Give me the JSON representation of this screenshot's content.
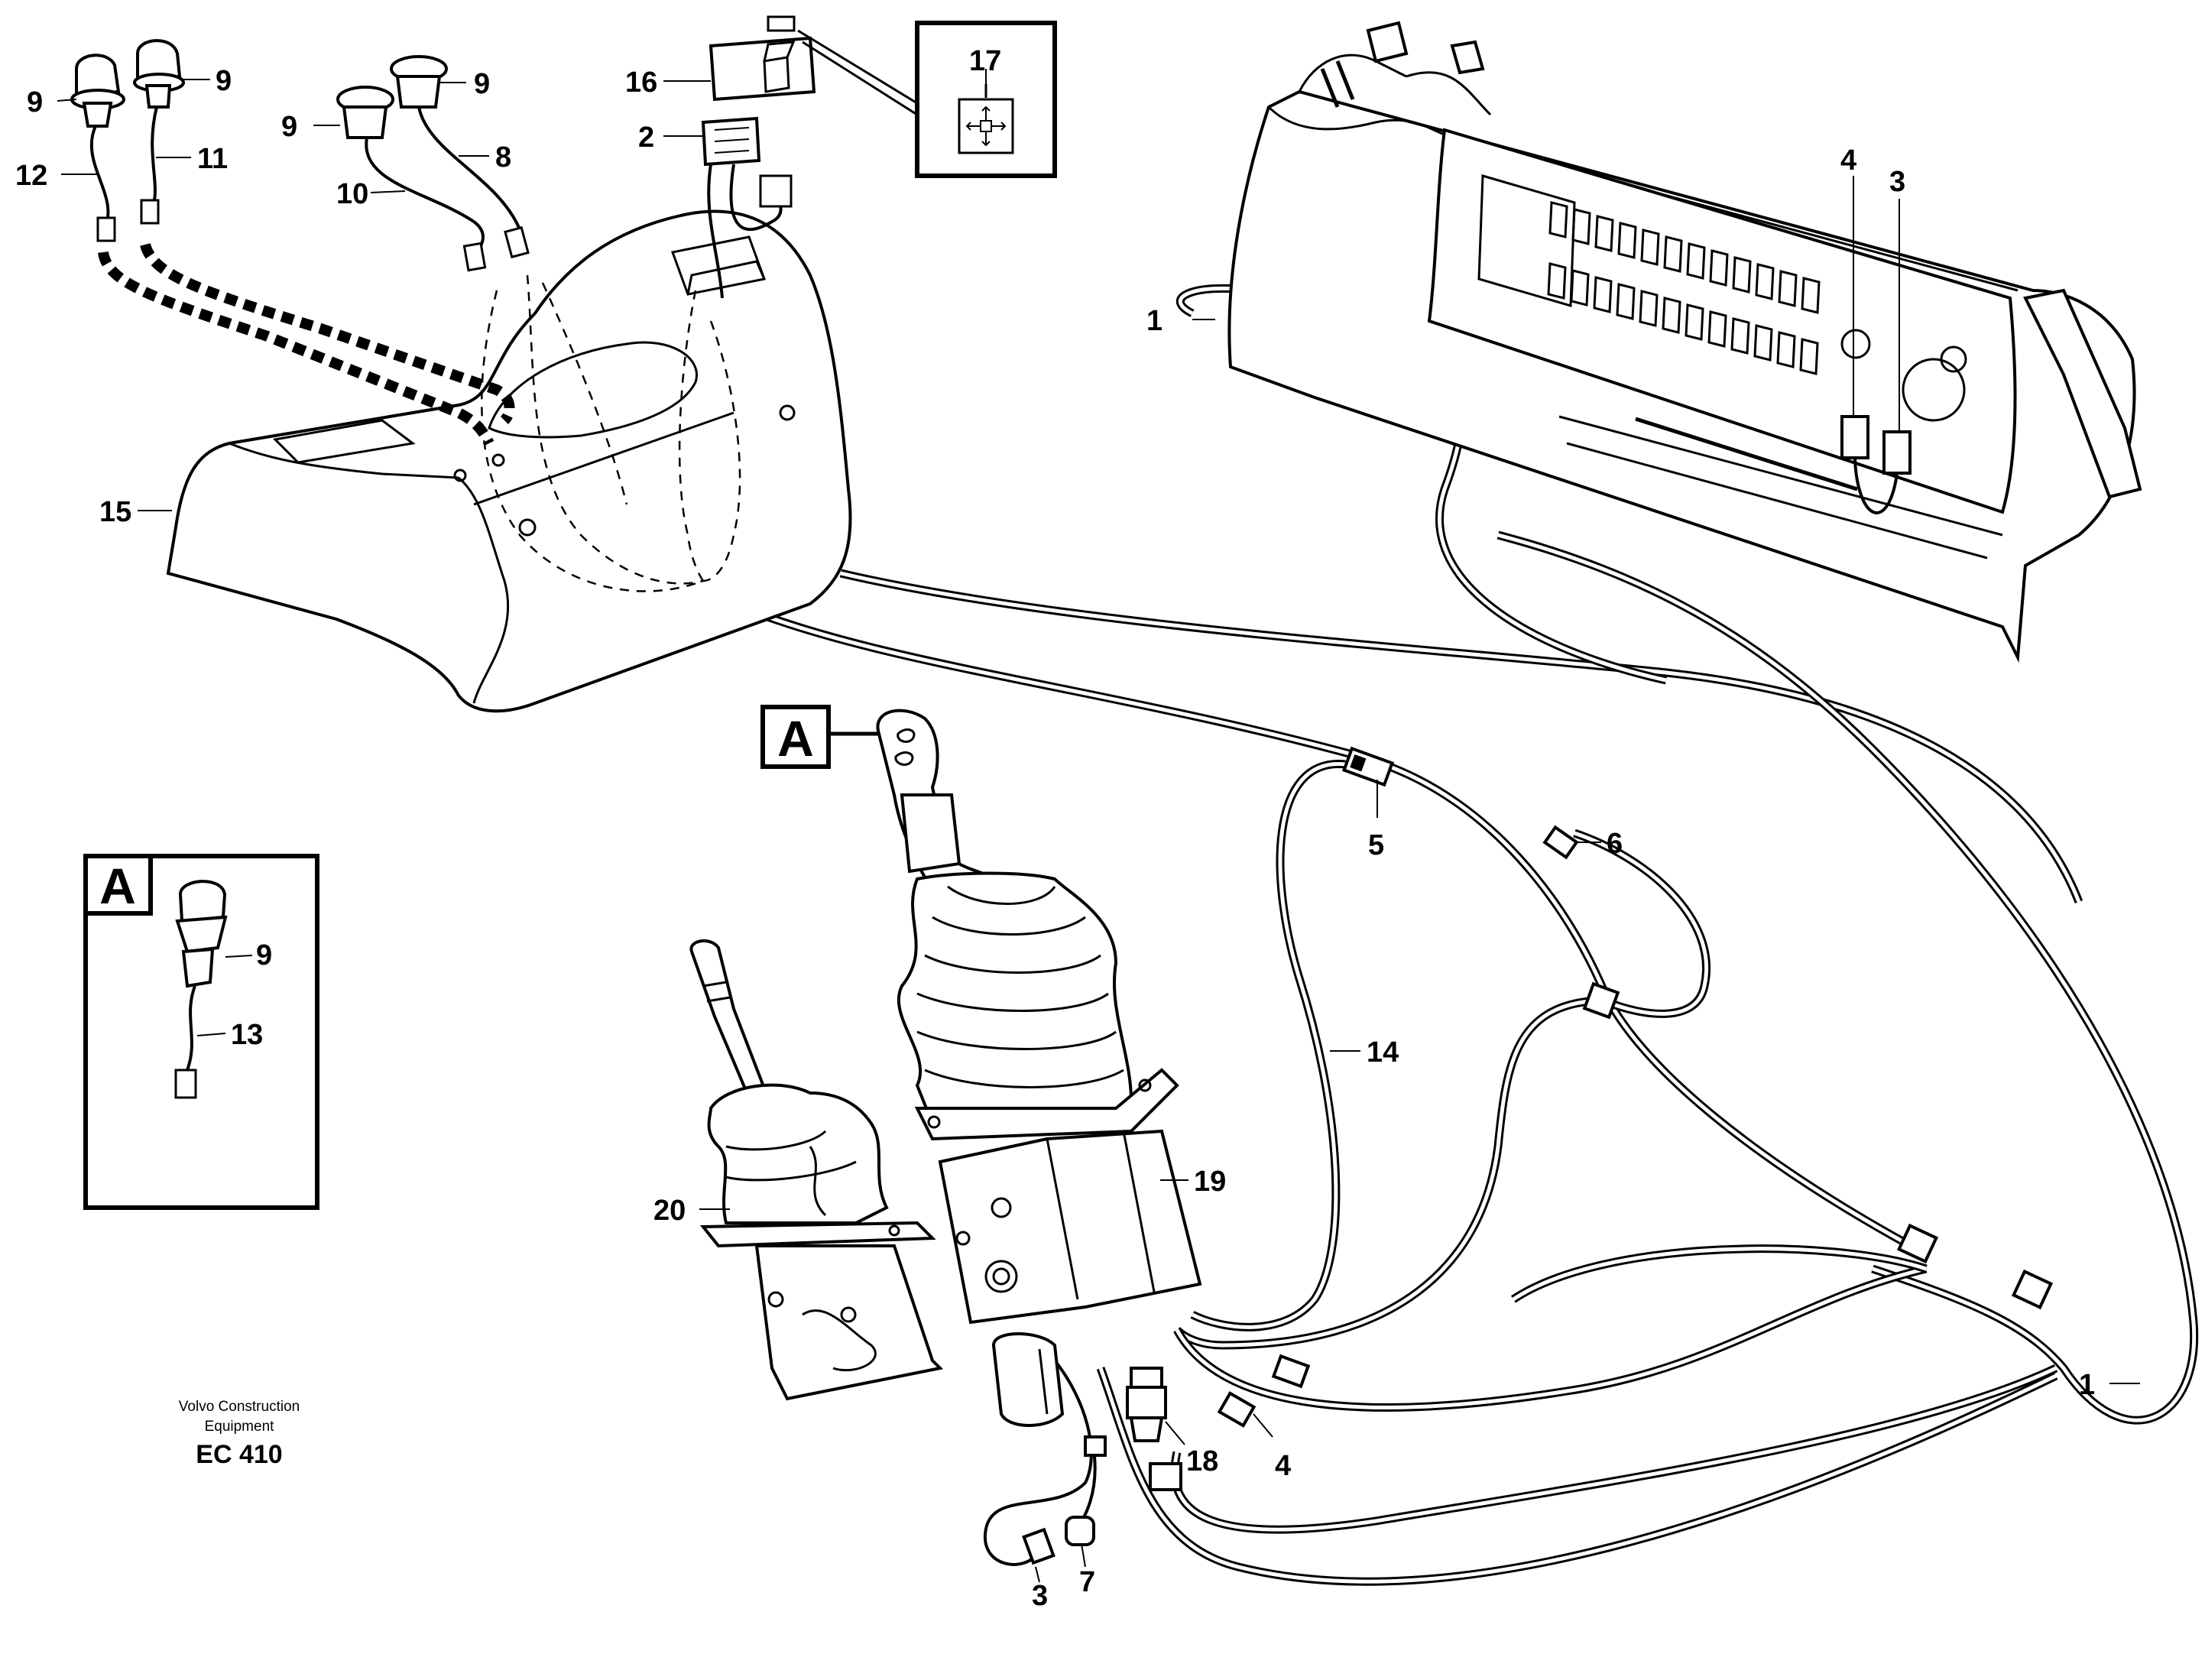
{
  "diagram": {
    "labels": {
      "p1_a": "1",
      "p1_b": "1",
      "p2": "2",
      "p3_a": "3",
      "p3_b": "3",
      "p4_a": "4",
      "p4_b": "4",
      "p5": "5",
      "p6": "6",
      "p7": "7",
      "p8": "8",
      "p9_a": "9",
      "p9_b": "9",
      "p9_c": "9",
      "p9_d": "9",
      "p9_e": "9",
      "p10": "10",
      "p11": "11",
      "p12": "12",
      "p13": "13",
      "p14": "14",
      "p15": "15",
      "p16": "16",
      "p17": "17",
      "p18": "18",
      "p19": "19",
      "p20": "20"
    },
    "view_marker": "A",
    "detail_marker": "A",
    "credit": {
      "line1": "Volvo Construction",
      "line2": "Equipment",
      "code": "EC 410"
    }
  }
}
